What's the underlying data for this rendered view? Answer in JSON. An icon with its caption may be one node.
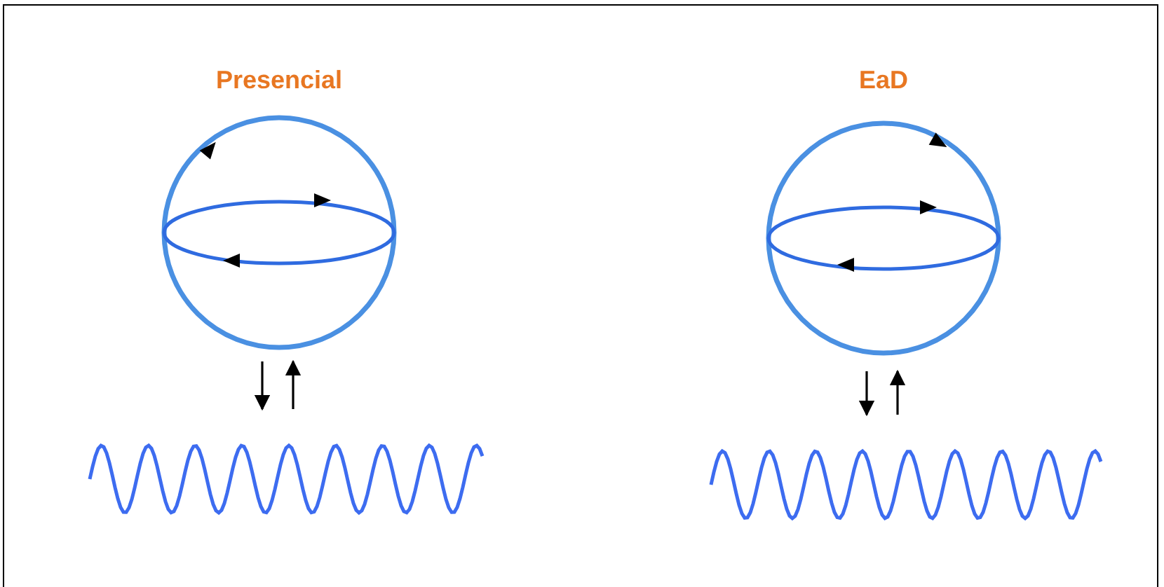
{
  "diagram": {
    "nodes": [
      {
        "text": [
          "Presencial"
        ]
      },
      {
        "text": [],
        "shape": "wave"
      },
      {
        "text": [
          "EaD"
        ]
      },
      {
        "text": [],
        "shape": "wave"
      }
    ],
    "edges": [
      {
        "from": 0,
        "to": 1,
        "arrow": "to"
      },
      {
        "from": 1,
        "to": 0,
        "arrow": "to"
      },
      {
        "from": 2,
        "to": 3,
        "arrow": "to"
      },
      {
        "from": 3,
        "to": 2,
        "arrow": "to"
      }
    ]
  }
}
